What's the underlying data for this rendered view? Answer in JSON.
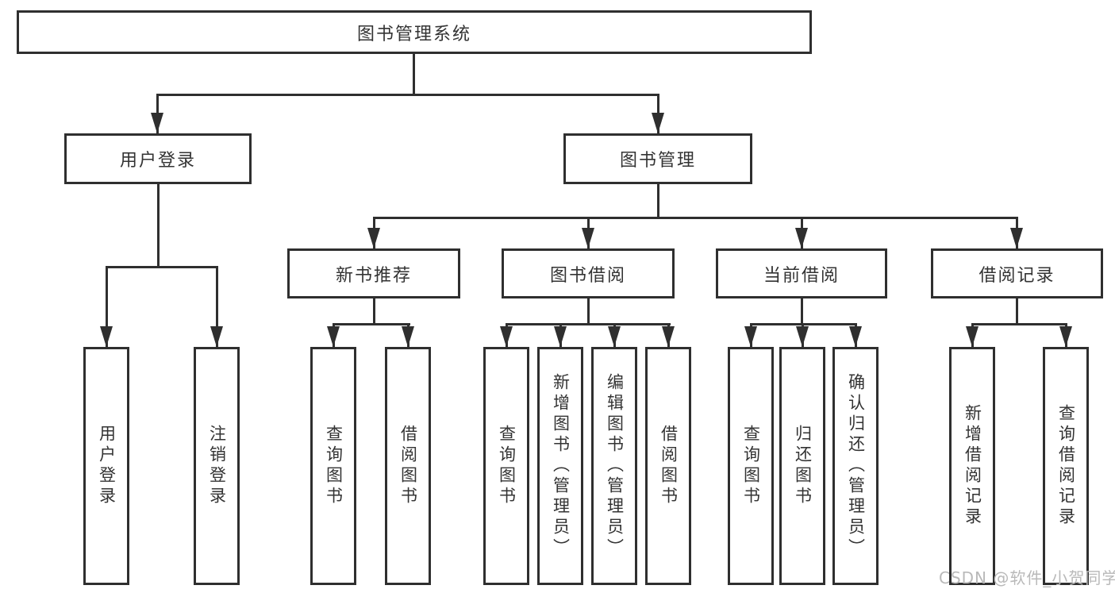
{
  "diagram": {
    "title": "图书管理系统",
    "root": {
      "label": "图书管理系统",
      "children": [
        {
          "label": "用户登录",
          "children": [
            {
              "label": "用户登录"
            },
            {
              "label": "注销登录"
            }
          ]
        },
        {
          "label": "图书管理",
          "children": [
            {
              "label": "新书推荐",
              "children": [
                {
                  "label": "查询图书"
                },
                {
                  "label": "借阅图书"
                }
              ]
            },
            {
              "label": "图书借阅",
              "children": [
                {
                  "label": "查询图书"
                },
                {
                  "label": "新增图书（管理员）"
                },
                {
                  "label": "编辑图书（管理员）"
                },
                {
                  "label": "借阅图书"
                }
              ]
            },
            {
              "label": "当前借阅",
              "children": [
                {
                  "label": "查询图书"
                },
                {
                  "label": "归还图书"
                },
                {
                  "label": "确认归还（管理员）"
                }
              ]
            },
            {
              "label": "借阅记录",
              "children": [
                {
                  "label": "新增借阅记录"
                },
                {
                  "label": "查询借阅记录"
                }
              ]
            }
          ]
        }
      ]
    },
    "colors": {
      "line": "#2f2f2f",
      "text": "#333333",
      "watermark": "#b9b9b9",
      "background": "#ffffff"
    }
  },
  "watermark": {
    "text": "CSDN @软件_小贺同学"
  }
}
